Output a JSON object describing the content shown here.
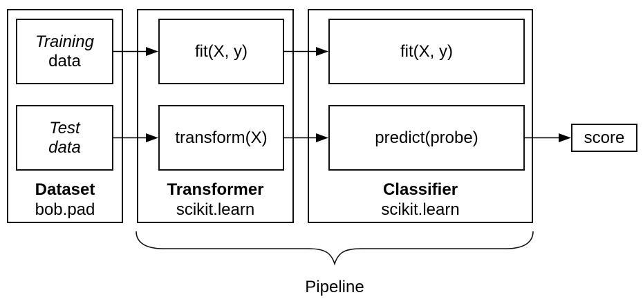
{
  "palette": {
    "background": "#ffffff",
    "line_color": "#111111",
    "arrow_color": "#000000",
    "text_color": "#000000"
  },
  "dataset": {
    "title": "Dataset",
    "subtitle": "bob.pad",
    "training_box": {
      "line1": "Training",
      "line2": "data"
    },
    "test_box": {
      "line1": "Test",
      "line2": "data"
    }
  },
  "transformer": {
    "title": "Transformer",
    "subtitle": "scikit.learn",
    "fit_box": "fit(X, y)",
    "transform_box": "transform(X)"
  },
  "classifier": {
    "title": "Classifier",
    "subtitle": "scikit.learn",
    "fit_box": "fit(X, y)",
    "predict_box": "predict(probe)"
  },
  "score_box": "score",
  "pipeline_label": "Pipeline"
}
